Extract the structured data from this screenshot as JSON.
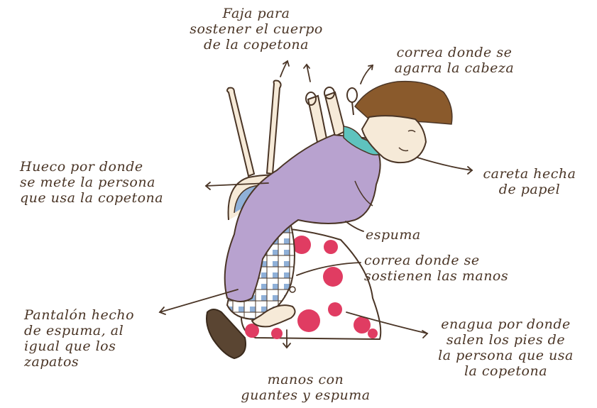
{
  "labels": {
    "faja": "Faja para\nsostener el cuerpo\nde la copetona",
    "correa_cabeza": "correa donde se\nagarra la cabeza",
    "hueco": "Hueco por donde\nse mete la persona\nque usa la copetona",
    "careta": "careta hecha\nde papel",
    "espuma": "espuma",
    "correa_manos": "correa donde se\nsostienen las manos",
    "pantalon": "Pantalón hecho\nde espuma, al\nigual que los\nzapatos",
    "enagua": "enagua por donde\nsalen los pies de\nla persona que usa\nla copetona",
    "manos": "manos con\nguantes y espuma"
  },
  "colors": {
    "ink": "#4a3526",
    "blouse": "#b8a2cf",
    "collar": "#5ec3be",
    "hair": "#8a5a2c",
    "skirt_flower": "#e03c62",
    "pants_check": "#8fb0d8",
    "shoe": "#5a4532",
    "skin": "#f6ead8"
  }
}
